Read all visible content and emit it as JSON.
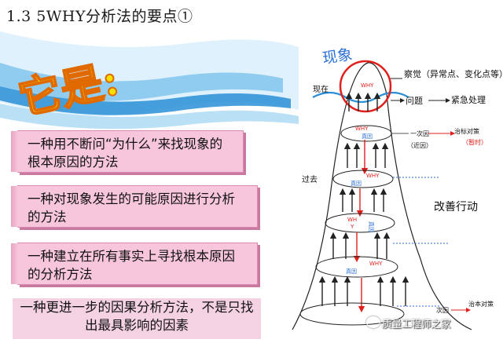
{
  "title": "1.3  5WHY分析法的要点①",
  "side_label": "它是:",
  "points": [
    "一种用不断问“为什么”来找现象的根本原因的方法",
    "一种对现象发生的可能原因进行分析的方法",
    "一种建立在所有事实上寻找根本原因的分析方法",
    "一种更进一步的因果分析方法，不是只找出最具影响的因素"
  ],
  "diagram": {
    "phenomenon": "现象",
    "now": "现在",
    "past": "过去",
    "why": "WHY",
    "why_split": [
      "WH",
      "Y"
    ],
    "real_cause": "真因",
    "awareness": "察觉（异常点、变化点等）",
    "problem": "问题",
    "emergency": "紧急处理",
    "first_cause": "一次因",
    "near_cause": "（近因）",
    "symptom_fix": "治标对策",
    "temporary": "（暂时）",
    "improve": "改善行动",
    "root_fix": "治本对策",
    "last_cause": "次因"
  },
  "watermark": "质量工程师之家",
  "colors": {
    "accent_red": "#e0201c",
    "arrow": "#222222",
    "callout_bg": "#f7c6dc",
    "wave": "#2a8fd6"
  }
}
